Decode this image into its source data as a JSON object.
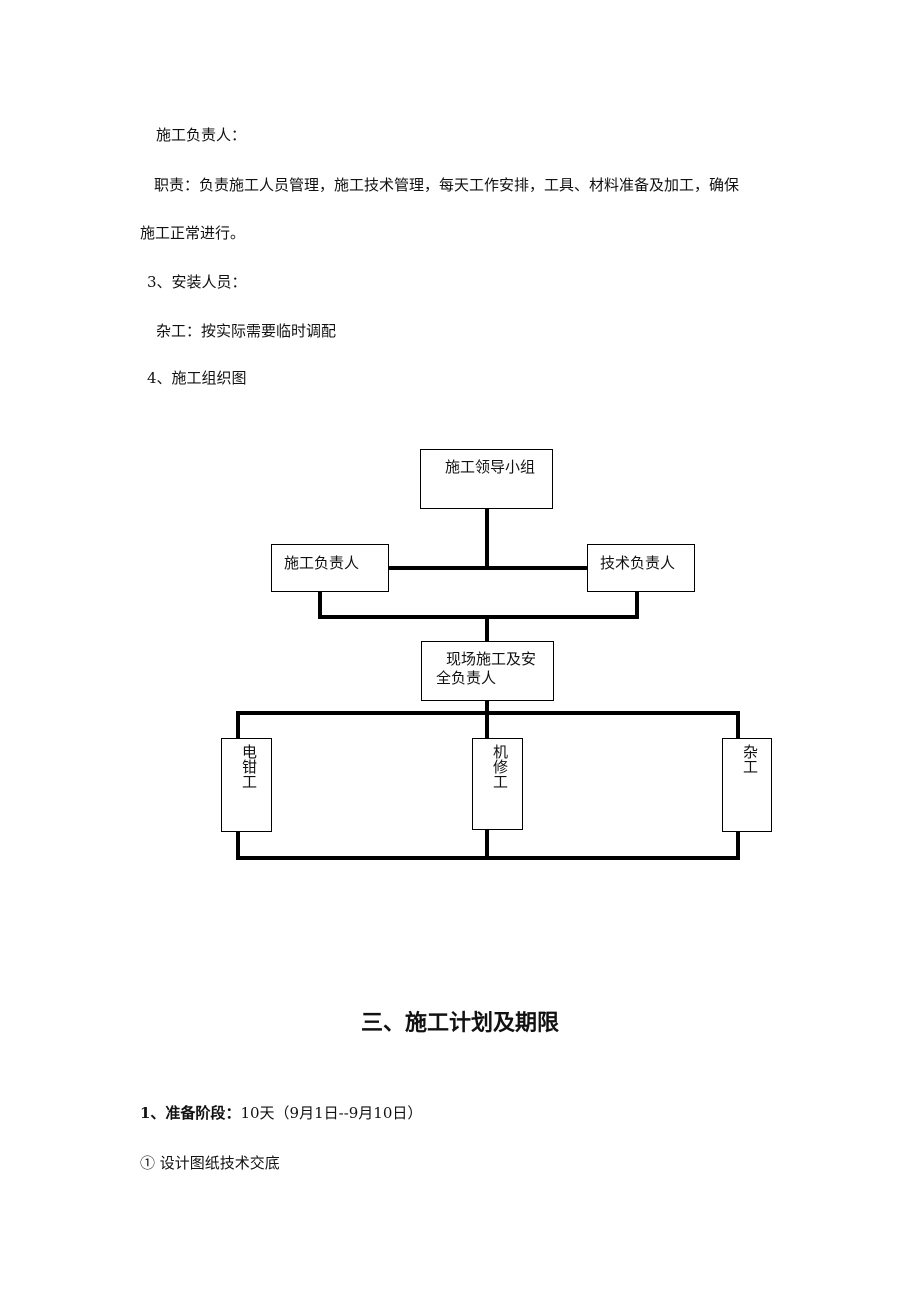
{
  "text": {
    "line1": "施工负责人：",
    "line2": "职责：负责施工人员管理，施工技术管理，每天工作安排，工具、材料准备及加工，确保",
    "line3": "施工正常进行。",
    "line4": "3、安装人员：",
    "line5": "杂工：按实际需要临时调配",
    "line6": "4、施工组织图"
  },
  "org_chart": {
    "top": "施工领导小组",
    "left": "施工负责人",
    "right": "技术负责人",
    "middle_line1": "现场施工及安",
    "middle_line2": "全负责人",
    "worker1": "电钳工",
    "worker2": "机修工",
    "worker3": "杂工"
  },
  "section": {
    "heading": "三、施工计划及期限",
    "stage_label": "1、准备阶段：",
    "stage_value": "10天（9月1日--9月10日）",
    "item1": "①  设计图纸技术交底"
  }
}
